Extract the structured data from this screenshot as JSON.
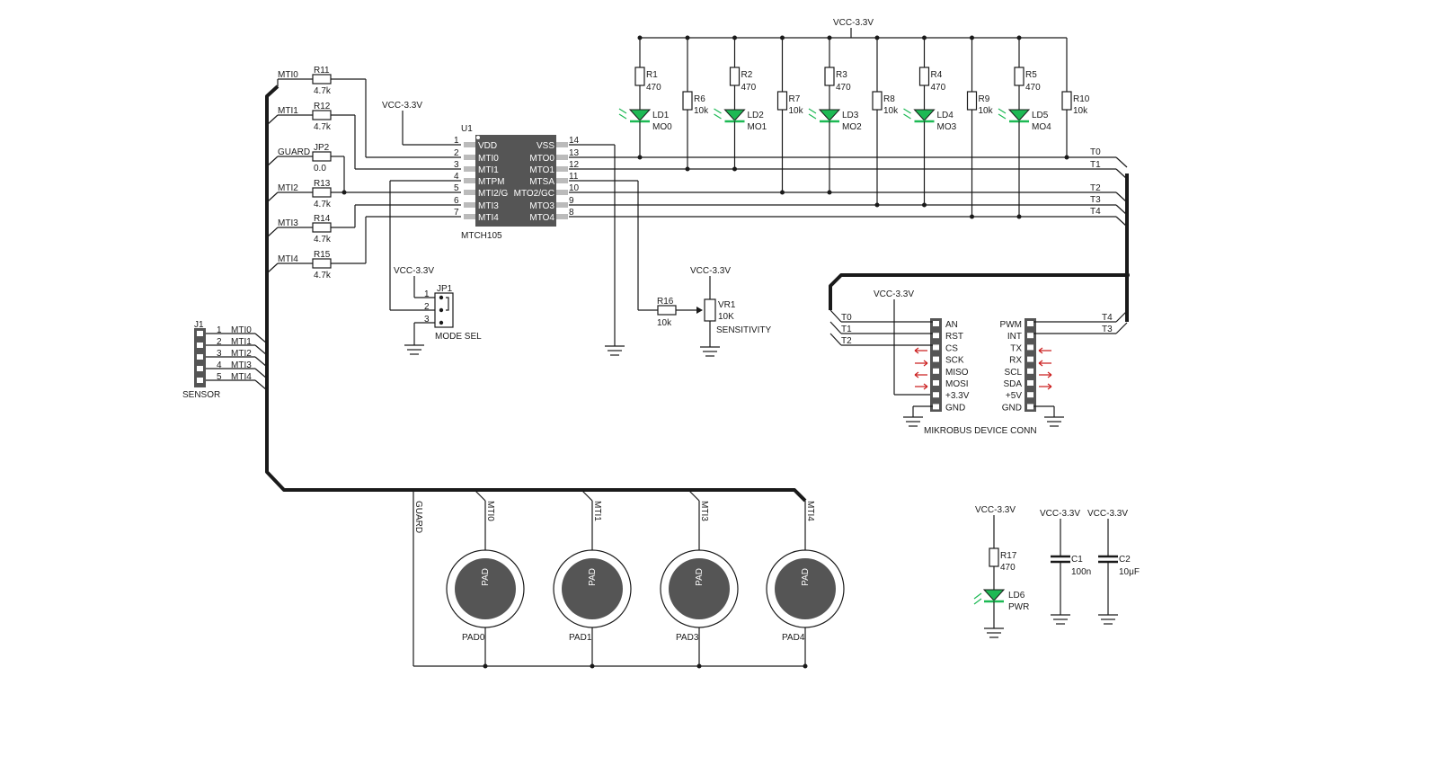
{
  "power": {
    "vcc": "VCC-3.3V"
  },
  "u1": {
    "ref": "U1",
    "part": "MTCH105",
    "left_pins": [
      {
        "num": "1",
        "name": "VDD"
      },
      {
        "num": "2",
        "name": "MTI0"
      },
      {
        "num": "3",
        "name": "MTI1"
      },
      {
        "num": "4",
        "name": "MTPM"
      },
      {
        "num": "5",
        "name": "MTI2/G"
      },
      {
        "num": "6",
        "name": "MTI3"
      },
      {
        "num": "7",
        "name": "MTI4"
      }
    ],
    "right_pins": [
      {
        "num": "14",
        "name": "VSS"
      },
      {
        "num": "13",
        "name": "MTO0"
      },
      {
        "num": "12",
        "name": "MTO1"
      },
      {
        "num": "11",
        "name": "MTSA"
      },
      {
        "num": "10",
        "name": "MTO2/GC"
      },
      {
        "num": "9",
        "name": "MTO3"
      },
      {
        "num": "8",
        "name": "MTO4"
      }
    ]
  },
  "input_resistors": [
    {
      "net": "MTI0",
      "ref": "R11",
      "value": "4.7k"
    },
    {
      "net": "MTI1",
      "ref": "R12",
      "value": "4.7k"
    },
    {
      "net": "GUARD",
      "ref": "JP2",
      "value": "0.0"
    },
    {
      "net": "MTI2",
      "ref": "R13",
      "value": "4.7k"
    },
    {
      "net": "MTI3",
      "ref": "R14",
      "value": "4.7k"
    },
    {
      "net": "MTI4",
      "ref": "R15",
      "value": "4.7k"
    }
  ],
  "led_channels": [
    {
      "r_ref": "R1",
      "r_val": "470",
      "led": "LD1",
      "label": "MO0",
      "pull_ref": "R6",
      "pull_val": "10k"
    },
    {
      "r_ref": "R2",
      "r_val": "470",
      "led": "LD2",
      "label": "MO1",
      "pull_ref": "R7",
      "pull_val": "10k"
    },
    {
      "r_ref": "R3",
      "r_val": "470",
      "led": "LD3",
      "label": "MO2",
      "pull_ref": "R8",
      "pull_val": "10k"
    },
    {
      "r_ref": "R4",
      "r_val": "470",
      "led": "LD4",
      "label": "MO3",
      "pull_ref": "R9",
      "pull_val": "10k"
    },
    {
      "r_ref": "R5",
      "r_val": "470",
      "led": "LD5",
      "label": "MO4",
      "pull_ref": "R10",
      "pull_val": "10k"
    }
  ],
  "out_nets": [
    "T0",
    "T1",
    "T2",
    "T3",
    "T4"
  ],
  "jp1": {
    "ref": "JP1",
    "label": "MODE SEL",
    "pins": [
      "1",
      "2",
      "3"
    ]
  },
  "sensitivity": {
    "r_ref": "R16",
    "r_val": "10k",
    "vr_ref": "VR1",
    "vr_val": "10K",
    "label": "SENSITIVITY"
  },
  "j1": {
    "ref": "J1",
    "label": "SENSOR",
    "pins": [
      {
        "num": "1",
        "net": "MTI0"
      },
      {
        "num": "2",
        "net": "MTI1"
      },
      {
        "num": "3",
        "net": "MTI2"
      },
      {
        "num": "4",
        "net": "MTI3"
      },
      {
        "num": "5",
        "net": "MTI4"
      }
    ]
  },
  "mikrobus": {
    "label": "MIKROBUS DEVICE CONN",
    "left_pins": [
      "AN",
      "RST",
      "CS",
      "SCK",
      "MISO",
      "MOSI",
      "+3.3V",
      "GND"
    ],
    "right_pins": [
      "PWM",
      "INT",
      "TX",
      "RX",
      "SCL",
      "SDA",
      "+5V",
      "GND"
    ],
    "left_nets": [
      "T0",
      "T1",
      "T2"
    ],
    "right_nets": [
      "T4",
      "T3"
    ]
  },
  "pads": [
    {
      "net": "MTI0",
      "label": "PAD0",
      "text": "PAD"
    },
    {
      "net": "MTI1",
      "label": "PAD1",
      "text": "PAD"
    },
    {
      "net": "MTI3",
      "label": "PAD3",
      "text": "PAD"
    },
    {
      "net": "MTI4",
      "label": "PAD4",
      "text": "PAD"
    }
  ],
  "guard_net": "GUARD",
  "power_led": {
    "r_ref": "R17",
    "r_val": "470",
    "led": "LD6",
    "label": "PWR"
  },
  "caps": [
    {
      "ref": "C1",
      "value": "100n"
    },
    {
      "ref": "C2",
      "value": "10μF"
    }
  ]
}
